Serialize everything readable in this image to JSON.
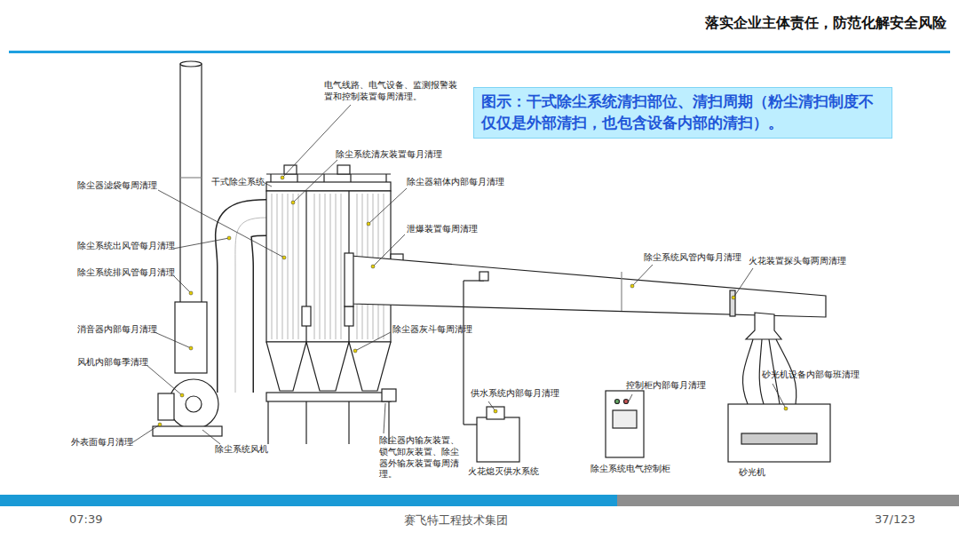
{
  "diagram": {
    "title": "落实企业主体责任，防范化解安全风险",
    "nodes": [
      {
        "text": [
          "图示：干式除尘系统清扫部位、清扫周期（粉尘清扫制度不仅仅是外部清扫，也包含设备内部的清扫）。"
        ]
      }
    ],
    "labels": [
      "电气线路、电气设备、监测报警装置和控制装置每周清理。",
      "除尘系统清灰装置每月清理",
      "干式除尘系统",
      "除尘器箱体内部每月清理",
      "除尘器滤袋每周清理",
      "除尘系统出风管每月清理",
      "除尘系统排风管每月清理",
      "泄爆装置每周清理",
      "除尘系统风管内每月清理",
      "火花装置探头每两周清理",
      "消音器内部每月清理",
      "风机内部每季清理",
      "除尘器灰斗每周清理",
      "供水系统内部每月清理",
      "控制柜内部每月清理",
      "砂光机设备内部每班清理",
      "外表面每月清理",
      "除尘系统风机",
      "除尘器内输灰装置、锁气卸灰装置、除尘器外输灰装置每周清理。",
      "火花熄灭供水系统",
      "除尘系统电气控制柜",
      "砂光机",
      "07:39",
      "赛飞特工程技术集团",
      "37/123"
    ]
  }
}
